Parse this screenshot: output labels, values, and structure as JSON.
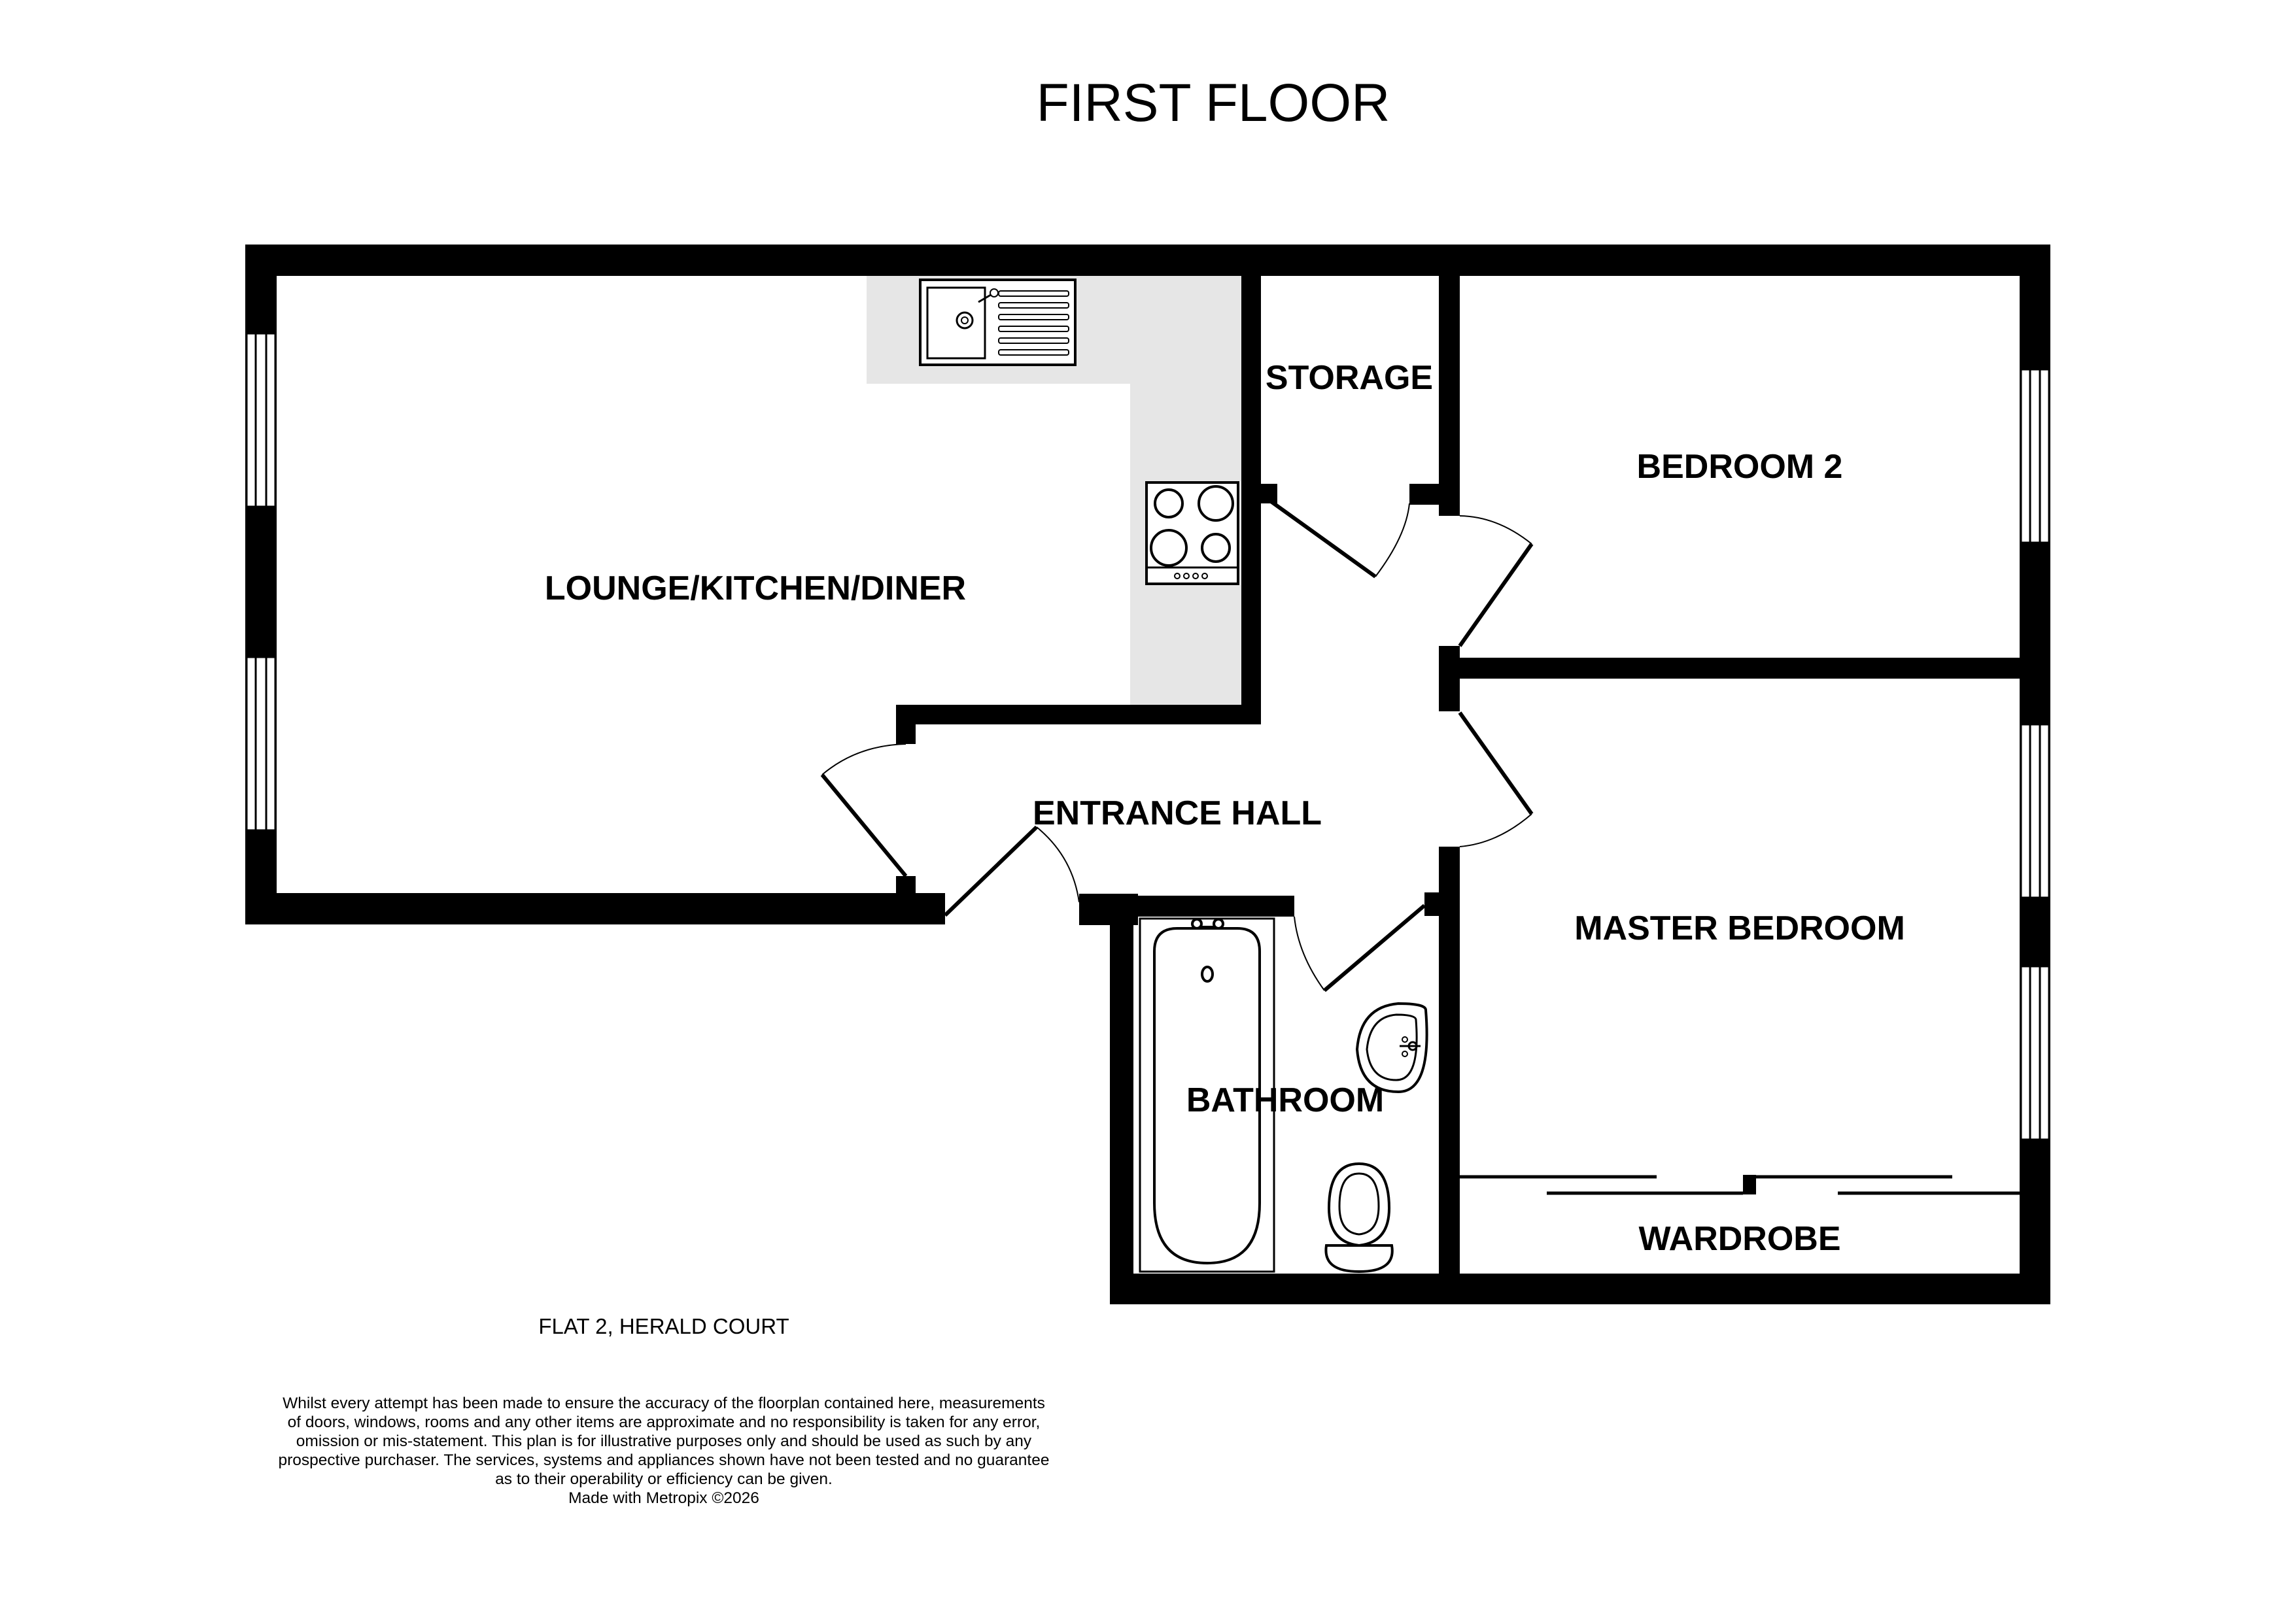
{
  "title": "FIRST FLOOR",
  "rooms": {
    "lounge": "LOUNGE/KITCHEN/DINER",
    "storage": "STORAGE",
    "bedroom2": "BEDROOM 2",
    "hall": "ENTRANCE HALL",
    "master": "MASTER BEDROOM",
    "bathroom": "BATHROOM",
    "wardrobe": "WARDROBE"
  },
  "address": "FLAT 2, HERALD COURT",
  "disclaimer": [
    "Whilst every attempt has been made to ensure the accuracy of the floorplan contained here, measurements",
    "of doors, windows, rooms and any other items are approximate and no responsibility is taken for any error,",
    "omission or mis-statement. This plan is for illustrative purposes only and should be used as such by any",
    "prospective purchaser. The services, systems and appliances shown have not been tested and no guarantee",
    "as to their operability or efficiency can be given.",
    "Made with Metropix ©2026"
  ],
  "colors": {
    "wall": "#000000",
    "kitchen_area": "#e6e6e6",
    "background": "#ffffff"
  },
  "icons": [
    "sink-icon",
    "hob-icon",
    "bath-icon",
    "basin-icon",
    "toilet-icon",
    "door-swing-icon",
    "window-icon"
  ]
}
